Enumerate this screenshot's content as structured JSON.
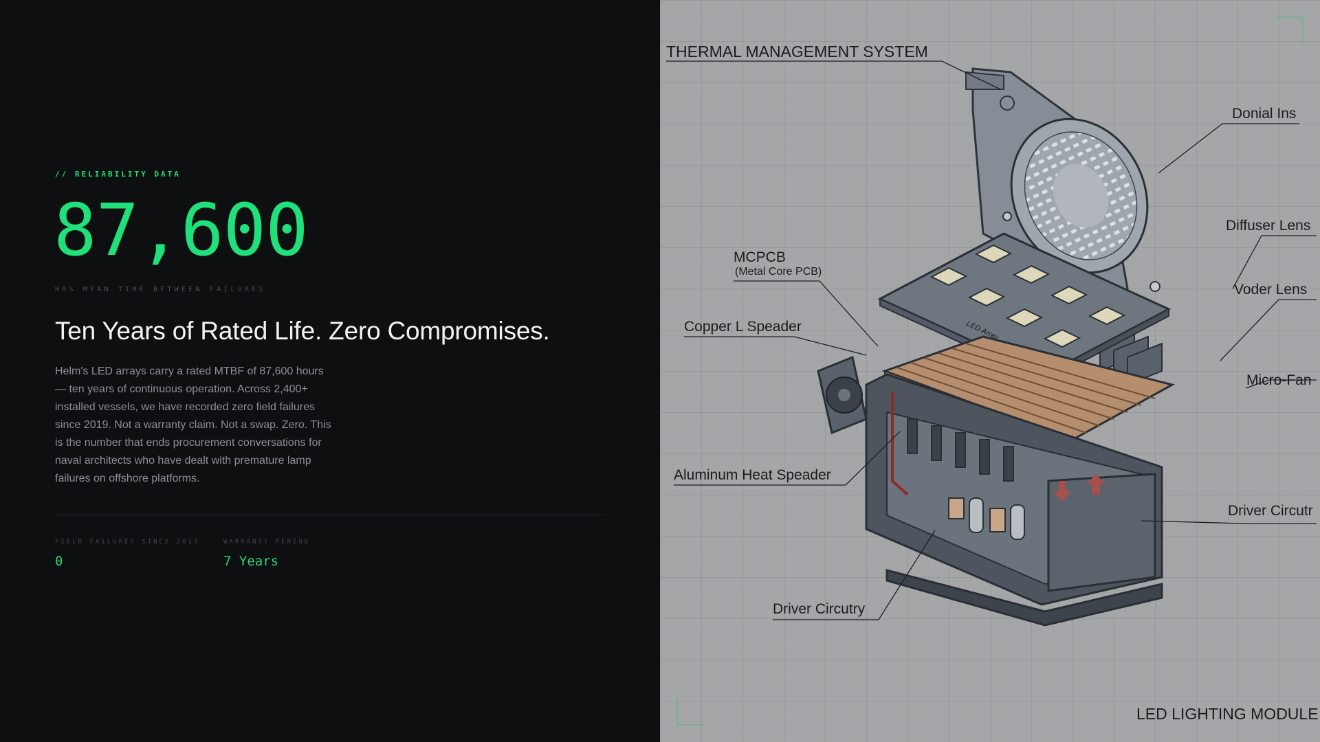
{
  "eyebrow": "// RELIABILITY DATA",
  "metric": {
    "value": "87,600",
    "caption": "HRS MEAN TIME BETWEEN FAILURES"
  },
  "headline": "Ten Years of Rated Life. Zero Compromises.",
  "body": "Helm's LED arrays carry a rated MTBF of 87,600 hours — ten years of continuous operation. Across 2,400+ installed vessels, we have recorded zero field failures since 2019. Not a warranty claim. Not a swap. Zero. This is the number that ends procurement conversations for naval architects who have dealt with premature lamp failures on offshore platforms.",
  "stats": [
    {
      "label": "FIELD FAILURES SINCE 2019",
      "value": "0"
    },
    {
      "label": "WARRANTY PERIOD",
      "value": "7 Years"
    }
  ],
  "diagram": {
    "title": "THERMAL MANAGEMENT SYSTEM",
    "footer": "LED LIGHTING MODULE",
    "array_text": "LED Array",
    "labels": {
      "donial": "Donial Ins",
      "diffuser": "Diffuser Lens",
      "voder": "Voder Lens",
      "microfan": "Micro-Fan",
      "driver_right": "Driver Circutr",
      "mcpcb": "MCPCB",
      "mcpcb_sub": "(Metal Core PCB)",
      "copper": "Copper L Speader",
      "aluminum": "Aluminum Heat Speader",
      "driver_bottom": "Driver Circutry"
    }
  },
  "colors": {
    "accent": "#1fe07a",
    "dark_bg": "#0e0f11",
    "panel_bg": "#a4a6a8"
  }
}
